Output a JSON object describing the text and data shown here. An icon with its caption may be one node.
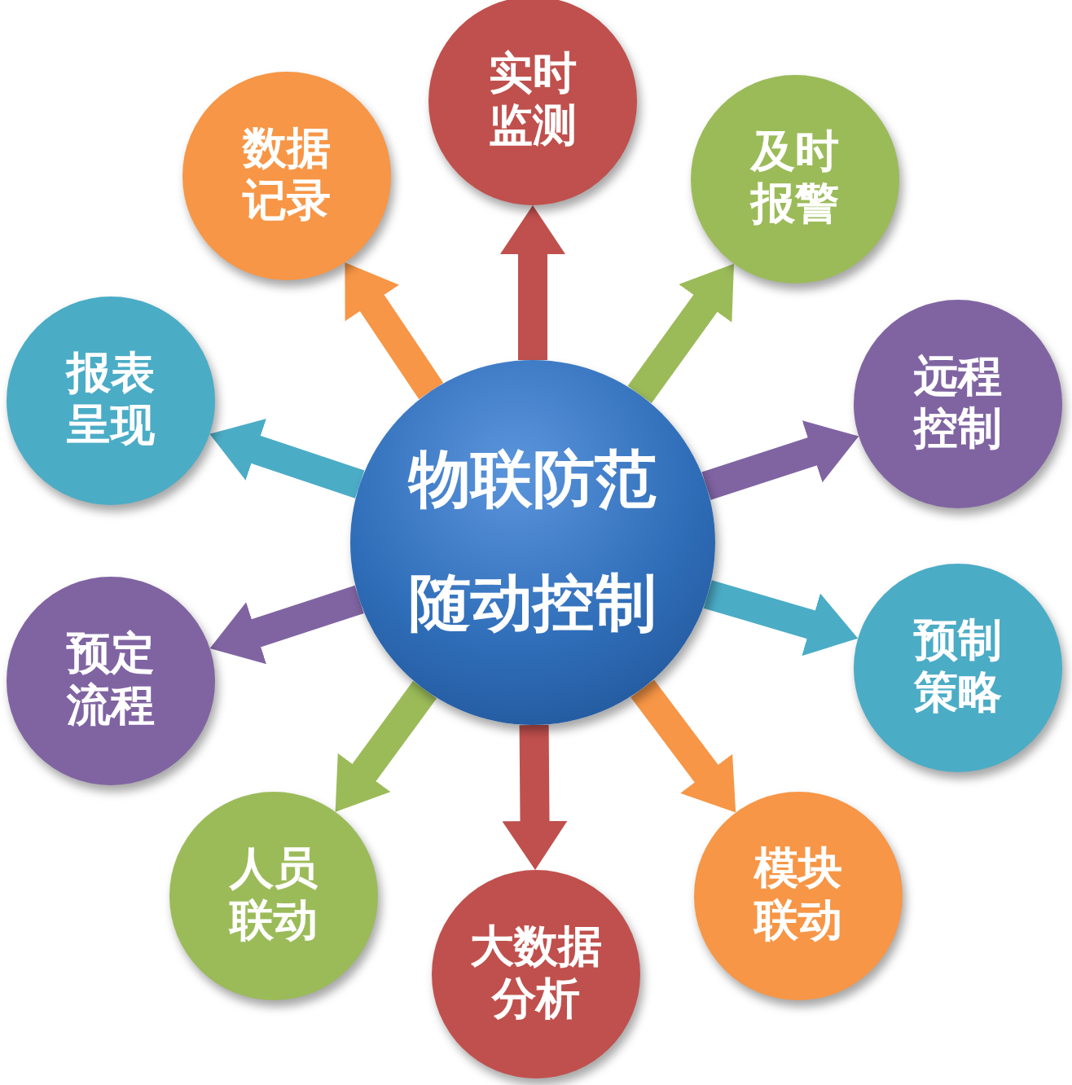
{
  "diagram": {
    "nodes": [
      {
        "text": [
          "物联防范",
          "随动控制"
        ]
      },
      {
        "text": [
          "实时监测"
        ]
      },
      {
        "text": [
          "及时报警"
        ]
      },
      {
        "text": [
          "远程控制"
        ]
      },
      {
        "text": [
          "预制策略"
        ]
      },
      {
        "text": [
          "模块联动"
        ]
      },
      {
        "text": [
          "大数据分析"
        ]
      },
      {
        "text": [
          "人员联动"
        ]
      },
      {
        "text": [
          "预定流程"
        ]
      },
      {
        "text": [
          "报表呈现"
        ]
      },
      {
        "text": [
          "数据记录"
        ]
      }
    ],
    "edges": [
      {
        "from": 0,
        "to": 1,
        "arrow": "to",
        "color": "#c0504d"
      },
      {
        "from": 0,
        "to": 2,
        "arrow": "to",
        "color": "#9bbb59"
      },
      {
        "from": 0,
        "to": 3,
        "arrow": "to",
        "color": "#8064a2"
      },
      {
        "from": 0,
        "to": 4,
        "arrow": "to",
        "color": "#4bacc6"
      },
      {
        "from": 0,
        "to": 5,
        "arrow": "to",
        "color": "#f79646"
      },
      {
        "from": 0,
        "to": 6,
        "arrow": "to",
        "color": "#c0504d"
      },
      {
        "from": 0,
        "to": 7,
        "arrow": "to",
        "color": "#9bbb59"
      },
      {
        "from": 0,
        "to": 8,
        "arrow": "to",
        "color": "#8064a2"
      },
      {
        "from": 0,
        "to": 9,
        "arrow": "to",
        "color": "#4bacc6"
      },
      {
        "from": 0,
        "to": 10,
        "arrow": "to",
        "color": "#f79646"
      }
    ]
  }
}
